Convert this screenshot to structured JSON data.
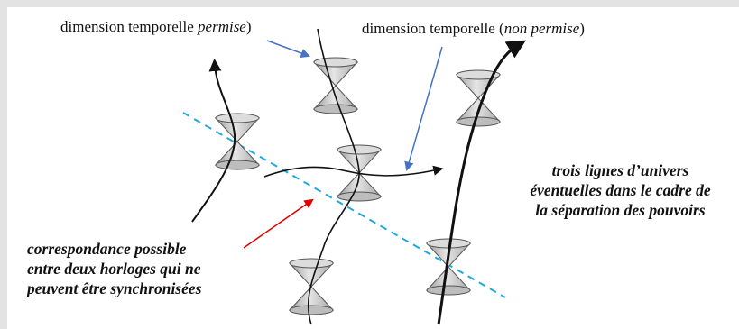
{
  "labels": {
    "permitted": {
      "prefix": "dimension temporelle ",
      "emph": "permise",
      "suffix": ")"
    },
    "not_permitted": {
      "prefix": "dimension temporelle (",
      "emph": "non permise",
      "suffix": ")"
    },
    "world_lines": [
      "trois lignes d’univers",
      "éventuelles dans le cadre de",
      "la séparation des pouvoirs"
    ],
    "correspondence": [
      "correspondance possible",
      "entre deux horloges qui ne",
      "peuvent être synchronisées"
    ]
  },
  "colors": {
    "background": "#e3e3e3",
    "panel": "#ffffff",
    "arrow_blue": "#4472c4",
    "arrow_red": "#e00000",
    "dashed_line": "#1fa8e0",
    "cone_fill": "#c9c9c9",
    "curve": "#111111"
  },
  "icons": {
    "light_cone": "hourglass-light-cone-icon"
  }
}
